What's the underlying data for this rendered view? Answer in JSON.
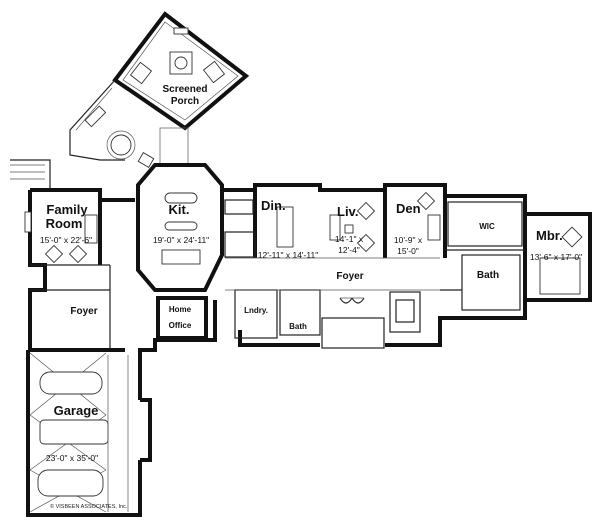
{
  "plan": {
    "rooms": {
      "screened_porch": {
        "name_line1": "Screened",
        "name_line2": "Porch"
      },
      "family_room": {
        "name_line1": "Family",
        "name_line2": "Room",
        "dims": "15'-0\" x 22'-6\""
      },
      "kitchen": {
        "name": "Kit.",
        "dims": "19'-0\" x 24'-11\""
      },
      "dining": {
        "name": "Din.",
        "dims": "12'-11\" x 14'-11\""
      },
      "living": {
        "name": "Liv.",
        "dims_line1": "14'-1\" x",
        "dims_line2": "12'-4\""
      },
      "den": {
        "name": "Den",
        "dims_line1": "10'-9\" x",
        "dims_line2": "15'-0\""
      },
      "wic": {
        "name": "WIC"
      },
      "master": {
        "name": "Mbr.",
        "dims": "13'-6\" x 17'-0\""
      },
      "foyer_main": {
        "name": "Foyer"
      },
      "foyer_side": {
        "name": "Foyer"
      },
      "master_bath": {
        "name": "Bath"
      },
      "powder_bath": {
        "name": "Bath"
      },
      "home_office": {
        "name_line1": "Home",
        "name_line2": "Office"
      },
      "laundry": {
        "name": "Lndry."
      },
      "garage": {
        "name": "Garage",
        "dims": "23'-0\" x 35'-0\""
      }
    },
    "copyright": "© VISBEEN ASSOCIATES, Inc."
  }
}
